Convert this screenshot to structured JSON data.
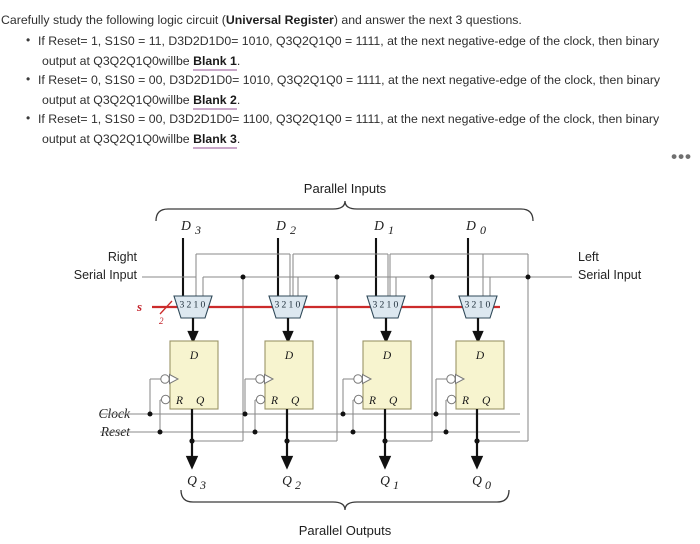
{
  "question": {
    "intro_pre": "Carefully study the following logic circuit (",
    "intro_bold": "Universal Register",
    "intro_post": ") and answer the next 3 questions.",
    "items": [
      {
        "line1": "If Reset= 1, S1S0 = 11, D3D2D1D0= 1010, Q3Q2Q1Q0 = 1111, at the next negative-edge of the clock, then binary",
        "line2_pre": "output at Q3Q2Q1Q0willbe ",
        "blank": "Blank 1",
        "line2_post": "."
      },
      {
        "line1": "If Reset= 0, S1S0 = 00, D3D2D1D0= 1010, Q3Q2Q1Q0 = 1111, at the next negative-edge of the clock, then binary",
        "line2_pre": "output at Q3Q2Q1Q0willbe ",
        "blank": "Blank 2",
        "line2_post": "."
      },
      {
        "line1": "If Reset= 1, S1S0 = 00, D3D2D1D0= 1100, Q3Q2Q1Q0 = 1111, at the next negative-edge of the clock, then binary",
        "line2_pre": "output at Q3Q2Q1Q0willbe ",
        "blank": "Blank 3",
        "line2_post": "."
      }
    ],
    "blank_underline_color": "#c9a8c9"
  },
  "more_menu": {
    "glyph": "•••"
  },
  "circuit": {
    "title_top": "Parallel Inputs",
    "title_bottom": "Parallel Outputs",
    "left_label_line1": "Right",
    "left_label_line2": "Serial Input",
    "right_label_line1": "Left",
    "right_label_line2": "Serial Input",
    "clock_label": "Clock",
    "reset_label": "Reset",
    "select_label": "s",
    "select_width": "2",
    "select_wire_color": "#cc2b2b",
    "mux_fill": "#dde8f0",
    "mux_stroke": "#2f4858",
    "ff_fill": "#f7f4cf",
    "ff_stroke": "#9a9467",
    "wire_color": "#808080",
    "bus_color": "#111111",
    "inputs": [
      {
        "name": "D",
        "sub": "3"
      },
      {
        "name": "D",
        "sub": "2"
      },
      {
        "name": "D",
        "sub": "1"
      },
      {
        "name": "D",
        "sub": "0"
      }
    ],
    "outputs": [
      {
        "name": "Q",
        "sub": "3"
      },
      {
        "name": "Q",
        "sub": "2"
      },
      {
        "name": "Q",
        "sub": "1"
      },
      {
        "name": "Q",
        "sub": "0"
      }
    ],
    "mux_inputs": [
      "3",
      "2",
      "1",
      "0"
    ],
    "ff_labels": {
      "d": "D",
      "r": "R",
      "q": "Q"
    },
    "stages": 4
  }
}
